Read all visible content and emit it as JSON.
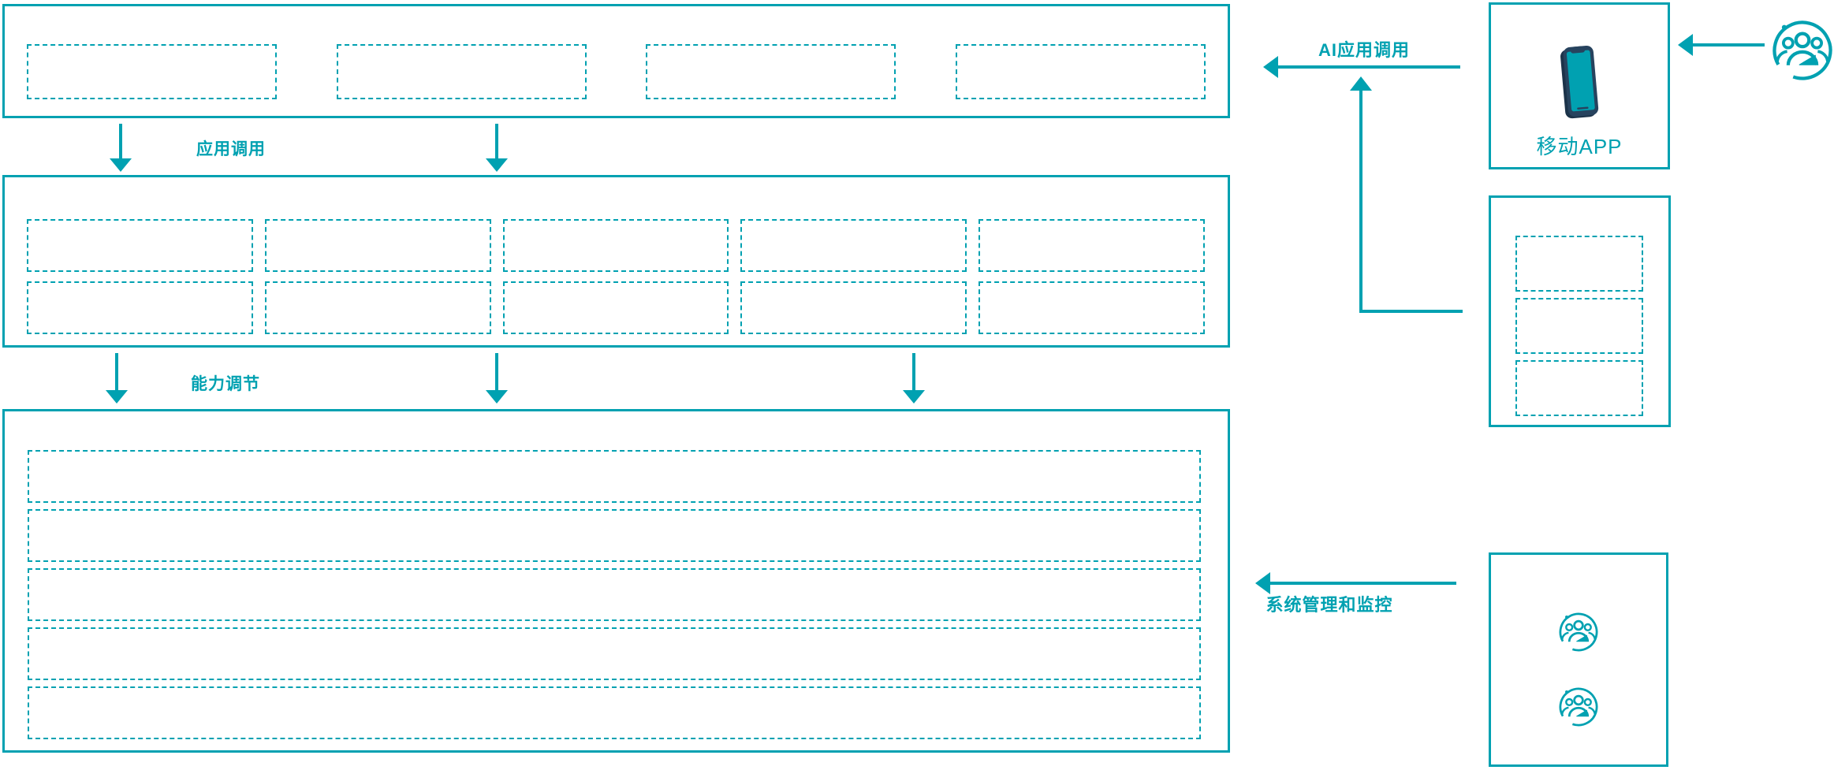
{
  "colors": {
    "teal": "#00a1b1",
    "navy": "#27435e"
  },
  "labels": {
    "app_call": "应用调用",
    "capability_tuning": "能力调节",
    "ai_app_call": "AI应用调用",
    "system_management": "系统管理和监控",
    "mobile_app": "移动APP"
  },
  "icons": {
    "mobile": "mobile-phone-icon",
    "users": "users-group-icon"
  },
  "layout_counts": {
    "top_boxes": 4,
    "middle_boxes": 10,
    "bottom_rows": 5,
    "side_stack_boxes": 3,
    "admin_user_icons": 2
  }
}
